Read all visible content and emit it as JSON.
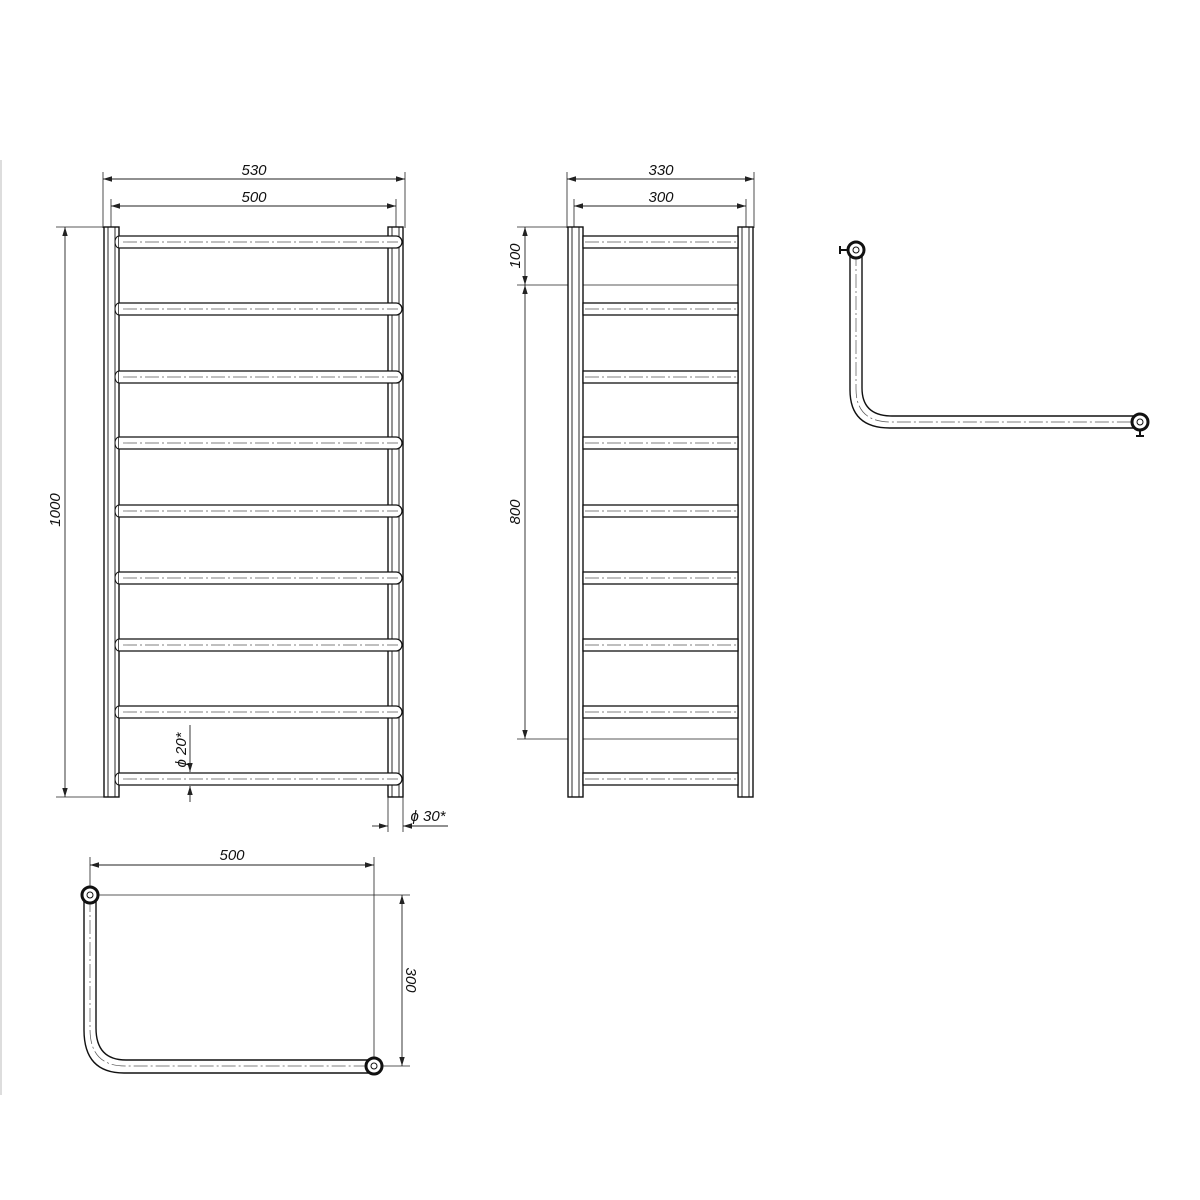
{
  "front_view": {
    "dim_overall_width": "530",
    "dim_inner_width": "500",
    "dim_height": "1000",
    "dim_bar_diameter": "ϕ 20*",
    "dim_post_diameter": "ϕ 30*",
    "crossbar_count": 9
  },
  "side_view": {
    "dim_overall_depth": "330",
    "dim_inner_depth": "300",
    "dim_top_offset": "100",
    "dim_connection_spacing": "800",
    "crossbar_count": 9
  },
  "plan_view": {
    "dim_width": "500",
    "dim_depth": "300"
  }
}
